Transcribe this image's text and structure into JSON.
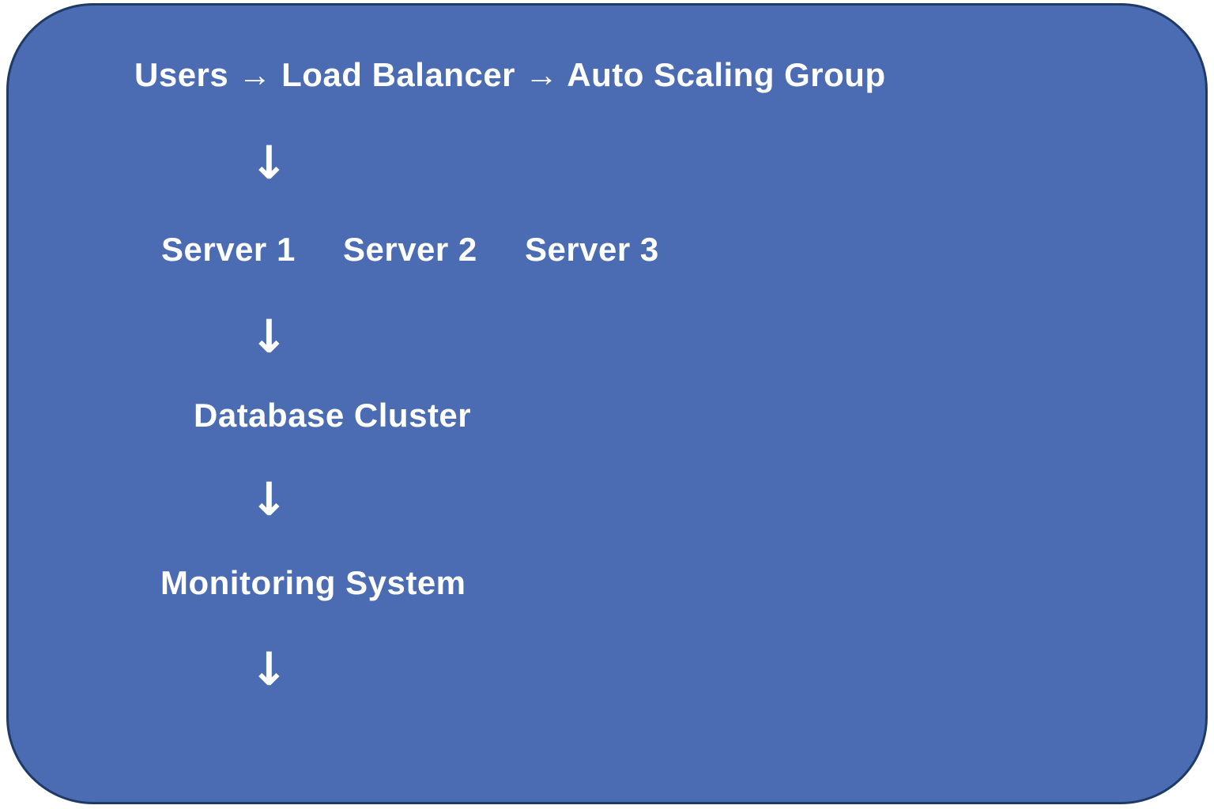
{
  "theme": {
    "canvas_bg": "#ffffff",
    "panel_fill": "#4b6cb2",
    "panel_border": "#1e3a66",
    "text_color": "#ffffff"
  },
  "diagram": {
    "top_flow": "Users → Load Balancer → Auto Scaling Group",
    "down_arrow": "↓",
    "servers": [
      "Server 1",
      "Server 2",
      "Server 3"
    ],
    "database_label": "Database Cluster",
    "monitoring_label": "Monitoring System"
  }
}
